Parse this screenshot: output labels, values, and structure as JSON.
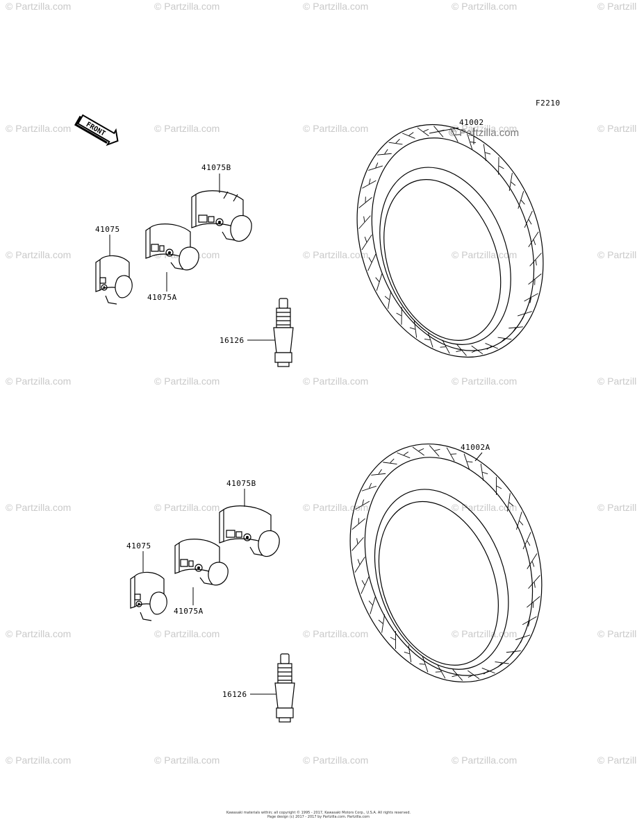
{
  "watermark": {
    "text": "© Partzilla.com"
  },
  "figure_code": "F2210",
  "front_arrow": {
    "label": "FRONT"
  },
  "callouts": {
    "top_tire": "41002",
    "top_pad_b": "41075B",
    "top_pad": "41075",
    "top_pad_a": "41075A",
    "top_valve": "16126",
    "bottom_tire": "41002A",
    "bottom_pad_b": "41075B",
    "bottom_pad": "41075",
    "bottom_pad_a": "41075A",
    "bottom_valve": "16126"
  },
  "footer": {
    "line1": "Kawasaki materials within; all copyright © 1995 - 2017, Kawasaki Motors Corp., U.S.A. All rights reserved.",
    "line2": "Page design (c) 2017 - 2017 by Partzilla.com. Partzilla.com"
  }
}
